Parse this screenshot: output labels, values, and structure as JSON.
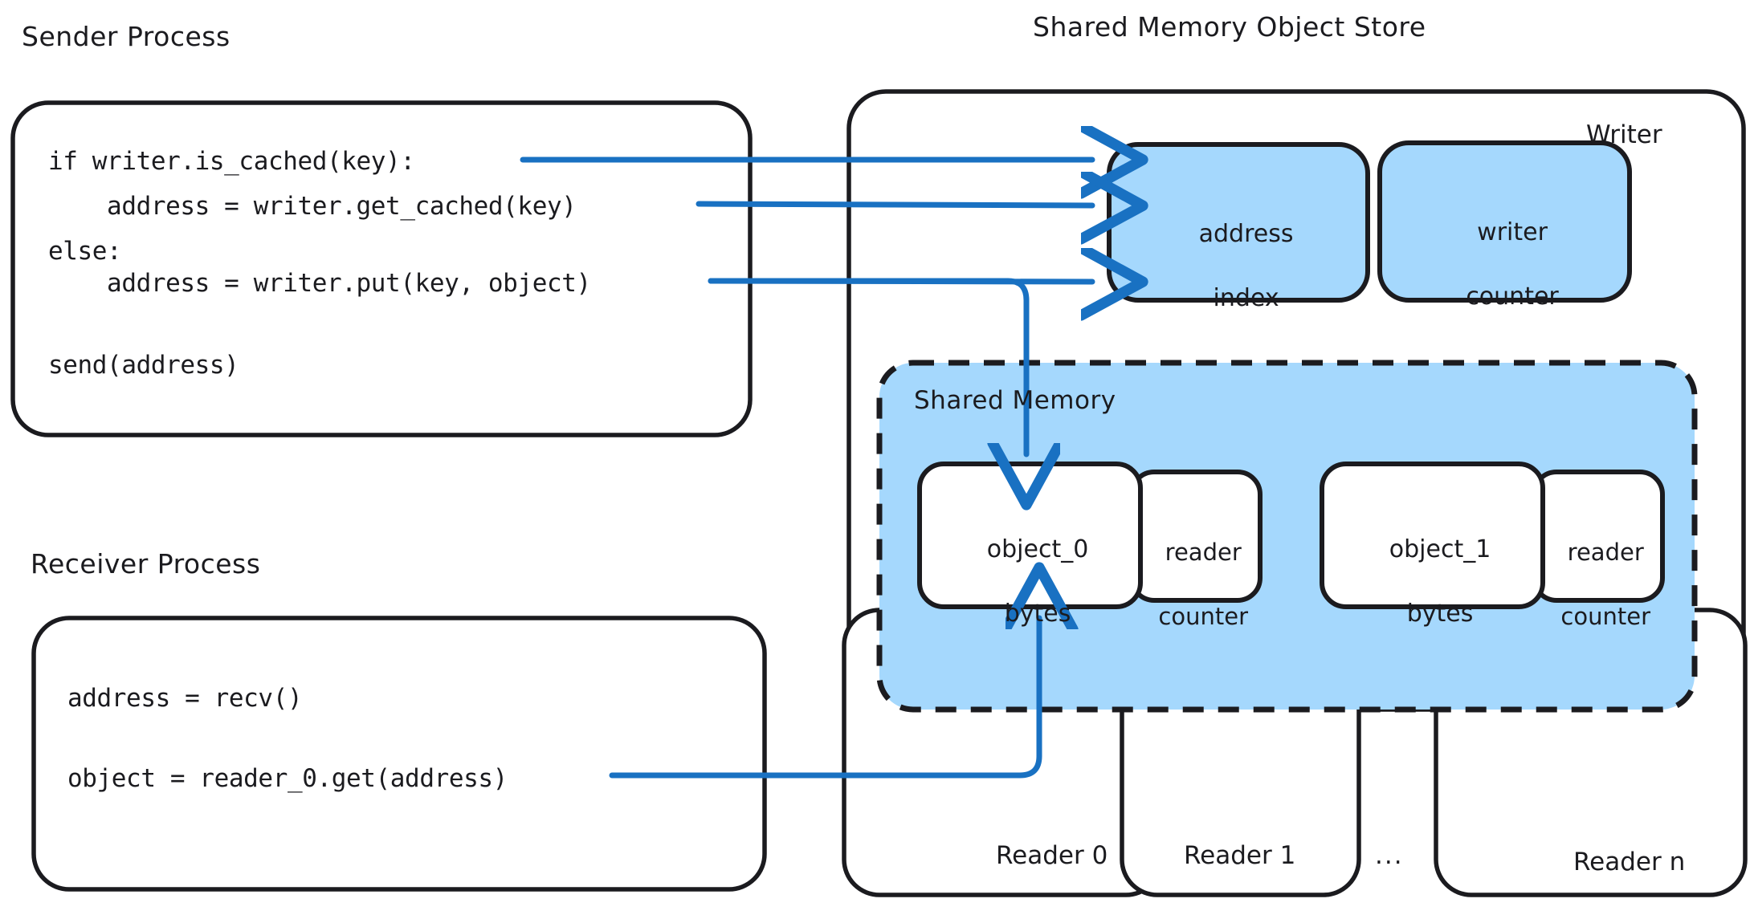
{
  "diagram": {
    "title": "Shared Memory Object Store",
    "colors": {
      "stroke": "#1b1b1f",
      "arrow": "#1971c2",
      "fill_blue": "#a5d8fd",
      "fill_white": "#ffffff",
      "background": "#ffffff"
    }
  },
  "sender": {
    "title": "Sender Process",
    "code_lines": [
      "if writer.is_cached(key):",
      "    address = writer.get_cached(key)",
      "else:",
      "    address = writer.put(key, object)",
      "",
      "send(address)"
    ]
  },
  "receiver": {
    "title": "Receiver Process",
    "code_lines": [
      "address = recv()",
      "",
      "object = reader_0.get(address)"
    ]
  },
  "store": {
    "title": "Shared Memory Object Store",
    "writer": {
      "corner_label": "Writer",
      "slots": [
        {
          "line1": "address",
          "line2": "index"
        },
        {
          "line1": "writer",
          "line2": "counter"
        }
      ]
    },
    "shared_memory": {
      "label": "Shared Memory",
      "objects": [
        {
          "object": {
            "line1": "object_0",
            "line2": "bytes"
          },
          "counter": {
            "line1": "reader",
            "line2": "counter"
          }
        },
        {
          "object": {
            "line1": "object_1",
            "line2": "bytes"
          },
          "counter": {
            "line1": "reader",
            "line2": "counter"
          }
        }
      ]
    },
    "readers": [
      {
        "label": "Reader 0"
      },
      {
        "label": "Reader 1"
      },
      {
        "label": "..."
      },
      {
        "label": "Reader n"
      }
    ]
  },
  "arrows": [
    {
      "name": "is-cached-to-address-index",
      "from": "sender.is_cached",
      "to": "writer.address_index"
    },
    {
      "name": "get-cached-to-address-index",
      "from": "sender.get_cached",
      "to": "writer.address_index"
    },
    {
      "name": "put-to-address-index",
      "from": "sender.put",
      "to": "writer.address_index"
    },
    {
      "name": "put-to-shared-memory",
      "from": "sender.put",
      "to": "shared_memory.object_0"
    },
    {
      "name": "reader-get-to-object-0",
      "from": "receiver.reader_get",
      "to": "shared_memory.object_0"
    }
  ]
}
